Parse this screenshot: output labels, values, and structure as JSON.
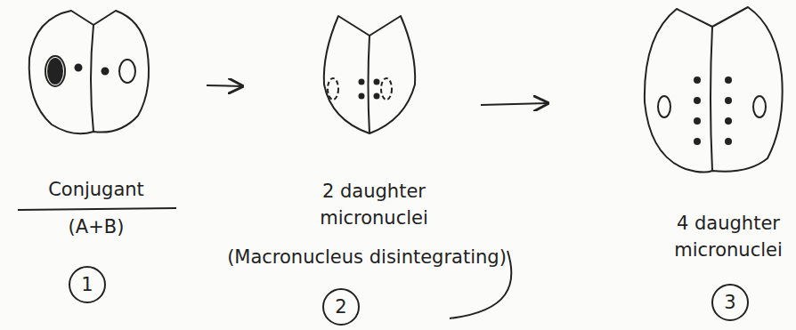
{
  "diagram": {
    "nodes": [
      {
        "text": [
          "1"
        ]
      },
      {
        "text": [
          "2"
        ]
      },
      {
        "text": [
          "3"
        ]
      }
    ],
    "labels": [
      "Conjugant",
      "(A+B)",
      "2 daughter micronuclei",
      "(Macronucleus disintegrating)",
      "4 daughter micronuclei"
    ]
  }
}
